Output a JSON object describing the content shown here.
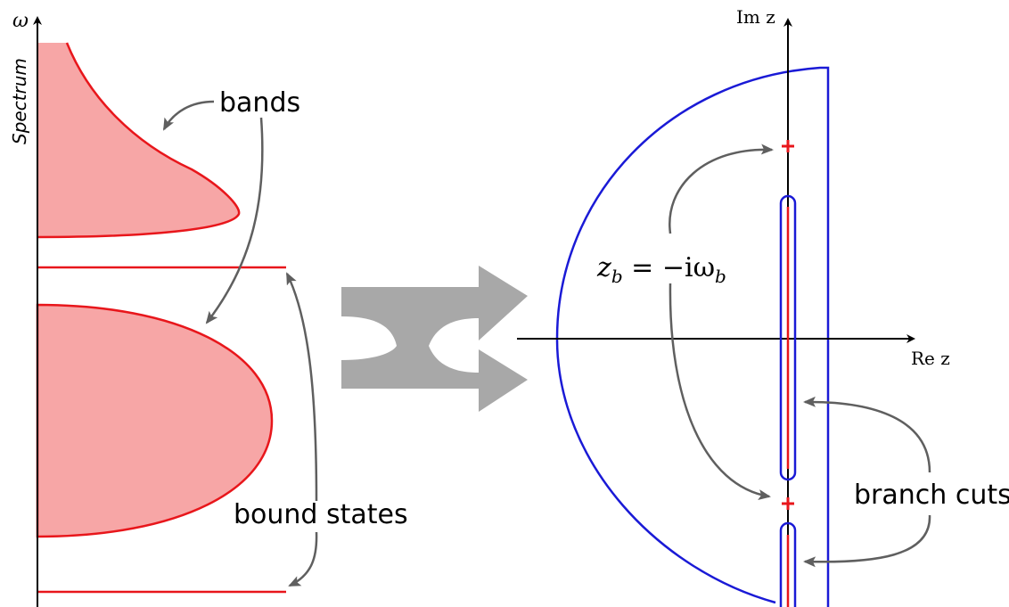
{
  "left_panel": {
    "axis_symbol": "ω",
    "axis_title": "Spectrum",
    "bands_label": "bands",
    "bound_states_label": "bound states"
  },
  "right_panel": {
    "imag_axis_label": "Im z",
    "real_axis_label": "Re z",
    "pole_label": "z_b = −iω_b",
    "pole_label_main": "z",
    "pole_label_sub": "b",
    "pole_label_mid": " = −iω",
    "pole_label_sub2": "b",
    "branch_cuts_label": "branch cuts"
  },
  "colors": {
    "band_fill": "#f7a6a6",
    "band_stroke": "#e8161b",
    "contour": "#1a1ad6",
    "arrow": "#5f5f5f",
    "transform_arrow": "#a8a8a8"
  }
}
